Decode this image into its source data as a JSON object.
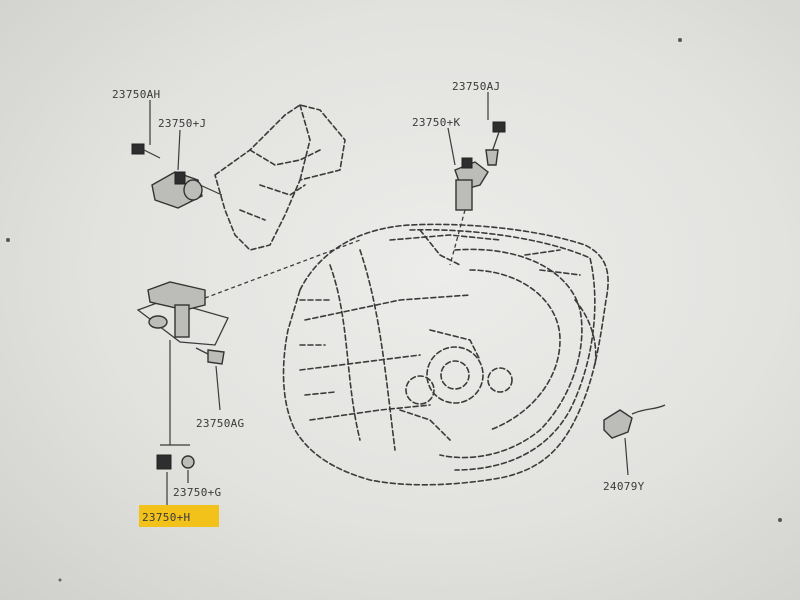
{
  "labels": {
    "l_23750dah": "23750AH",
    "l_23750j": "23750+J",
    "l_23750aj": "23750AJ",
    "l_23750k": "23750+K",
    "l_23750ag": "23750AG",
    "l_23750g": "23750+G",
    "l_23750h": "23750+H",
    "l_24079y": "24079Y"
  },
  "colors": {
    "highlight": "#f2c21a",
    "ink": "#3b3b3b"
  }
}
